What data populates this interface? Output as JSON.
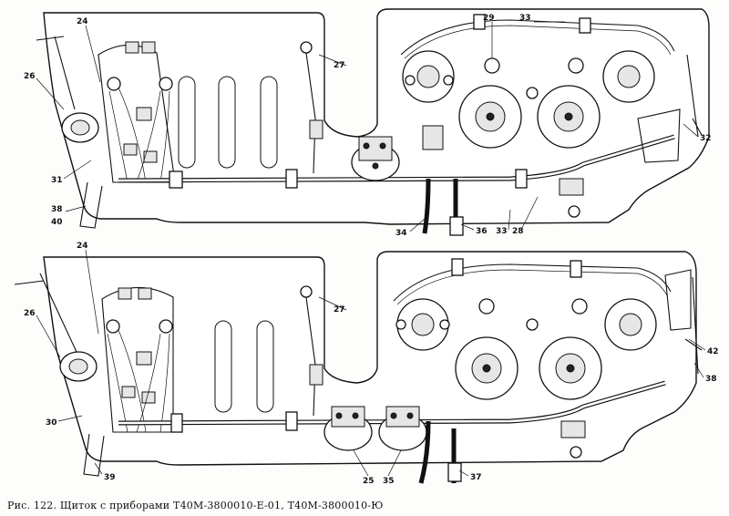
{
  "caption": "Рис. 122. Щиток с приборами Т40М-3800010-Е-01, Т40М-3800010-Ю",
  "callouts": [
    "24",
    "26",
    "31",
    "38",
    "40",
    "27",
    "29",
    "33",
    "32",
    "34",
    "36",
    "33",
    "28",
    "24",
    "26",
    "27",
    "30",
    "39",
    "25",
    "35",
    "37",
    "42",
    "38"
  ]
}
